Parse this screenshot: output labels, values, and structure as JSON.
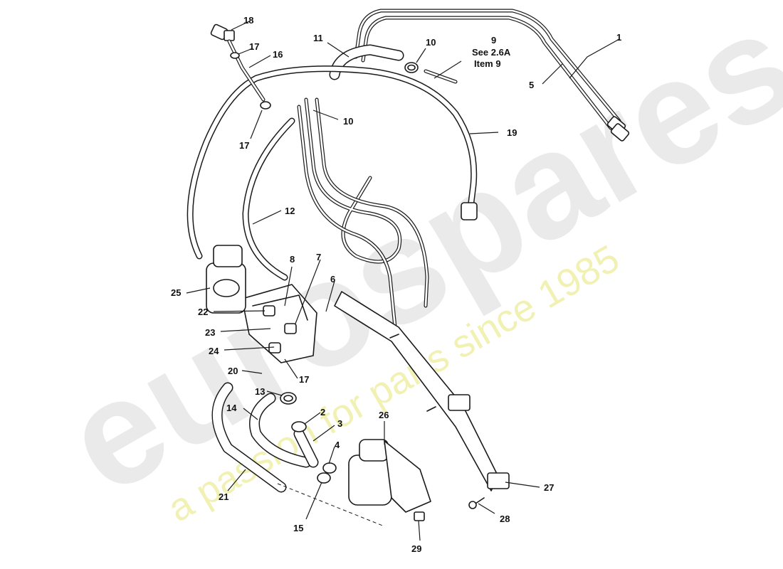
{
  "watermark": {
    "brand": "eurospares",
    "tagline": "a passion for parts since 1985"
  },
  "callouts": {
    "c1": "1",
    "c2": "2",
    "c3": "3",
    "c4": "4",
    "c5": "5",
    "c6": "6",
    "c7": "7",
    "c8": "8",
    "c9": "9",
    "c10a": "10",
    "c10b": "10",
    "c11": "11",
    "c12": "12",
    "c13": "13",
    "c14": "14",
    "c15": "15",
    "c16": "16",
    "c17a": "17",
    "c17b": "17",
    "c17c": "17",
    "c18": "18",
    "c19": "19",
    "c20": "20",
    "c21": "21",
    "c22": "22",
    "c23": "23",
    "c24": "24",
    "c25": "25",
    "c26": "26",
    "c27": "27",
    "c28": "28",
    "c29": "29"
  },
  "reference_note": {
    "line1": "See  2.6A",
    "line2": "Item  9"
  }
}
